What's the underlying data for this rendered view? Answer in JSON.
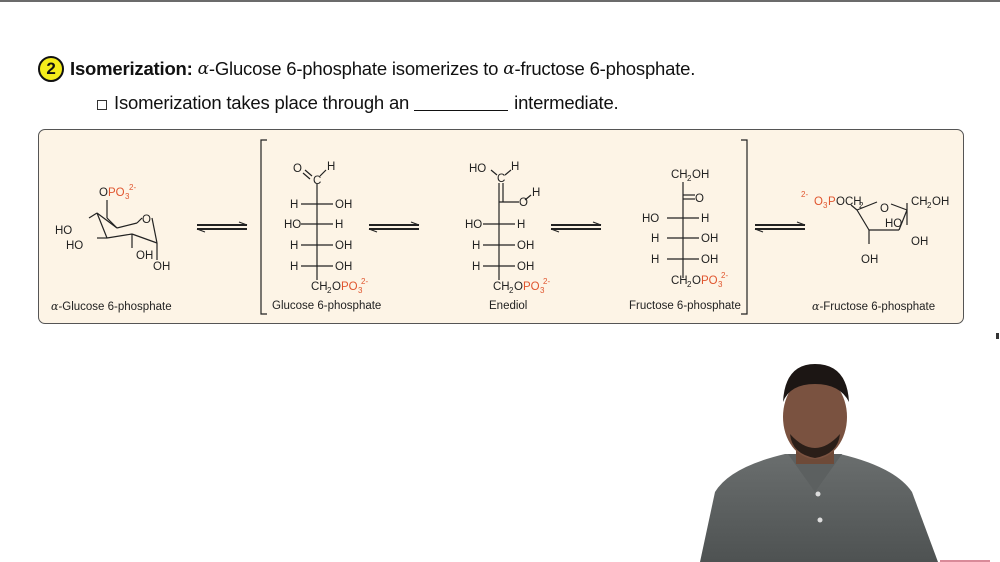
{
  "slide": {
    "step_number": "2",
    "heading_bold": "Isomerization:",
    "heading_alpha1": "α",
    "heading_text1": "-Glucose 6-phosphate isomerizes to ",
    "heading_alpha2": "α",
    "heading_text2": "-fructose 6-phosphate.",
    "bullet_before": "Isomerization takes place through an",
    "bullet_after": "intermediate.",
    "blank_value": ""
  },
  "diagram": {
    "panel_bg": "#fdf4e6",
    "phosphate_color": "#e0552e",
    "molecules": [
      {
        "name": "α-Glucose 6-phosphate",
        "alpha": "α",
        "label_rest": "-Glucose 6-phosphate"
      },
      {
        "name": "Glucose 6-phosphate",
        "label": "Glucose 6-phosphate"
      },
      {
        "name": "Enediol",
        "label": "Enediol"
      },
      {
        "name": "Fructose 6-phosphate",
        "label": "Fructose 6-phosphate"
      },
      {
        "name": "α-Fructose 6-phosphate",
        "alpha": "α",
        "label_rest": "-Fructose 6-phosphate"
      }
    ],
    "atoms": {
      "OH": "OH",
      "HO": "HO",
      "H": "H",
      "O": "O",
      "C": "C",
      "CH2": "CH",
      "CH2OH": "CH",
      "sub2": "2",
      "PO3": "PO",
      "sub3": "3",
      "charge": "2-",
      "O3P_prefix": "2-",
      "OCH2": "OCH"
    }
  },
  "video": {
    "presenter": "instructor video feed"
  }
}
